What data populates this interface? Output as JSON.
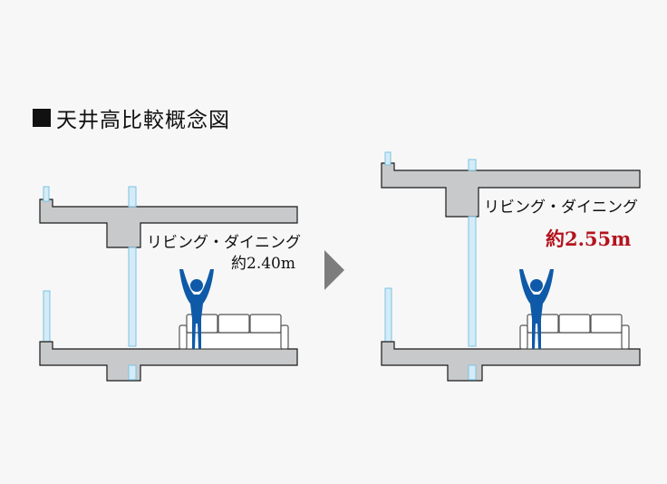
{
  "title": "天井高比較概念図",
  "colors": {
    "concrete": "#c8c9ca",
    "outline": "#1a1a1a",
    "window": "#d3ecf7",
    "window_edge": "#7dc2e4",
    "figure": "#0f5aa8",
    "highlight": "#b4141e",
    "arrow": "#7d7d7d"
  },
  "panels": {
    "before": {
      "room_label": "リビング・ダイニング",
      "height_label": "約2.40m"
    },
    "after": {
      "room_label": "リビング・ダイニング",
      "height_label": "約2.55m"
    }
  },
  "icons": {
    "arrow": "triangle-right-icon",
    "person": "person-arms-up-icon",
    "sofa": "sofa-icon"
  }
}
